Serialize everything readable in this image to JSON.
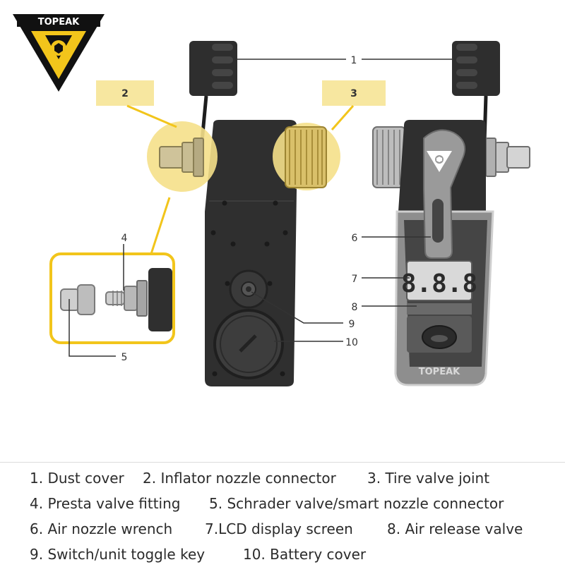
{
  "brand": {
    "logo_text": "TOPEAK",
    "device_brand_text": "TOPEAK"
  },
  "callouts": {
    "c1": "1",
    "c2": "2",
    "c3": "3",
    "c4": "4",
    "c5": "5",
    "c6": "6",
    "c7": "7",
    "c8": "8",
    "c9": "9",
    "c10": "10"
  },
  "display": {
    "reading": "8.8.8"
  },
  "legend": {
    "item1": "1. Dust cover",
    "item2": "2. Inflator nozzle connector",
    "item3": "3. Tire valve joint",
    "item4": "4. Presta valve fitting",
    "item5": "5. Schrader valve/smart nozzle connector",
    "item6": "6. Air nozzle wrench",
    "item7": "7.LCD display screen",
    "item8": "8. Air release valve",
    "item9": "9. Switch/unit toggle key",
    "item10": "10. Battery cover"
  },
  "colors": {
    "highlight_yellow": "#f5d84a",
    "tag_fill": "#f7e7a0",
    "body_dark": "#2f2f2f",
    "logo_black": "#111111",
    "logo_yellow": "#f2c51b"
  }
}
